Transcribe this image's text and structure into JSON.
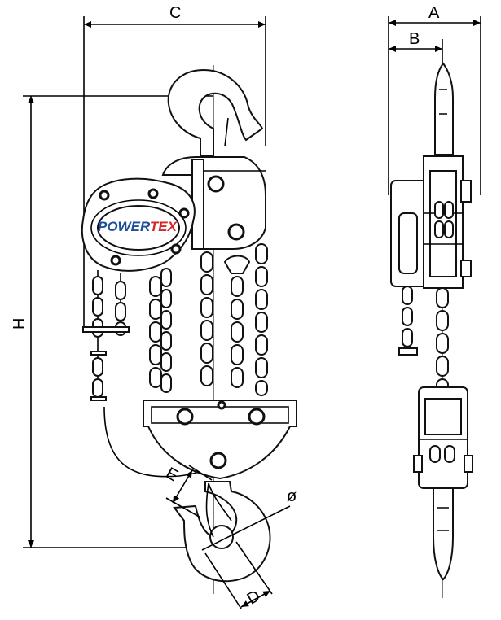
{
  "dimensions": {
    "a": "A",
    "b": "B",
    "c": "C",
    "h": "H",
    "e": "E",
    "d": "D",
    "phi": "ø"
  },
  "logo": {
    "part1": "POWER",
    "part2": "TEX",
    "color_power": "#1b4f9c",
    "color_tex": "#d7262b"
  }
}
